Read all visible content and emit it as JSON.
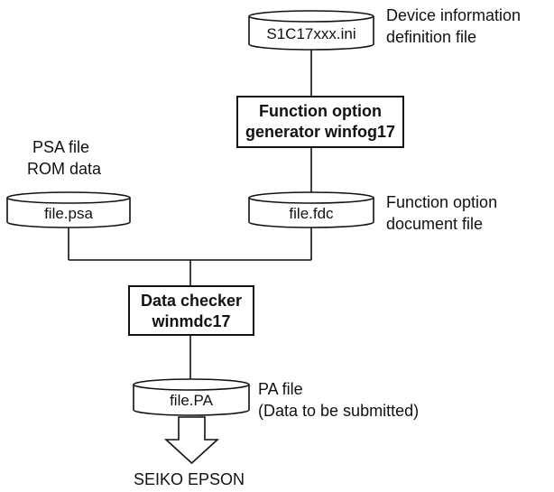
{
  "files": {
    "device_ini": {
      "name": "S1C17xxx.ini",
      "desc_line1": "Device information",
      "desc_line2": "definition file"
    },
    "psa": {
      "name": "file.psa",
      "desc_line1": "PSA file",
      "desc_line2": "ROM data"
    },
    "fdc": {
      "name": "file.fdc",
      "desc_line1": "Function option",
      "desc_line2": "document file"
    },
    "pa": {
      "name": "file.PA",
      "desc_line1": "PA file",
      "desc_line2": "(Data to be submitted)"
    }
  },
  "tools": {
    "winfog": {
      "line1": "Function option",
      "line2": "generator winfog17"
    },
    "winmdc": {
      "line1": "Data checker",
      "line2": "winmdc17"
    }
  },
  "destination": "SEIKO EPSON",
  "colors": {
    "stroke": "#111111",
    "background": "#ffffff"
  }
}
